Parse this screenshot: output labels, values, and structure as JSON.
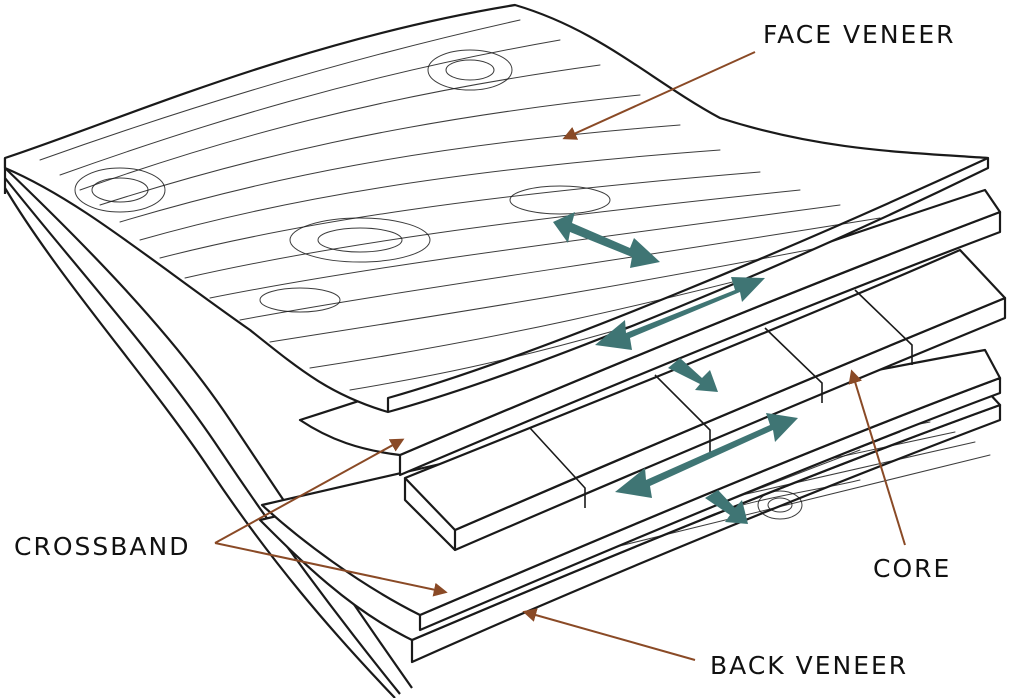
{
  "labels": {
    "face_veneer": "FACE VENEER",
    "crossband": "CROSSBAND",
    "core": "CORE",
    "back_veneer": "BACK VENEER"
  },
  "colors": {
    "leader_arrow": "#8a4a26",
    "grain_direction_arrow": "#3f7574",
    "outline": "#1a1a1a",
    "background": "#ffffff"
  },
  "layers": [
    "face veneer",
    "crossband",
    "core",
    "crossband",
    "back veneer"
  ]
}
